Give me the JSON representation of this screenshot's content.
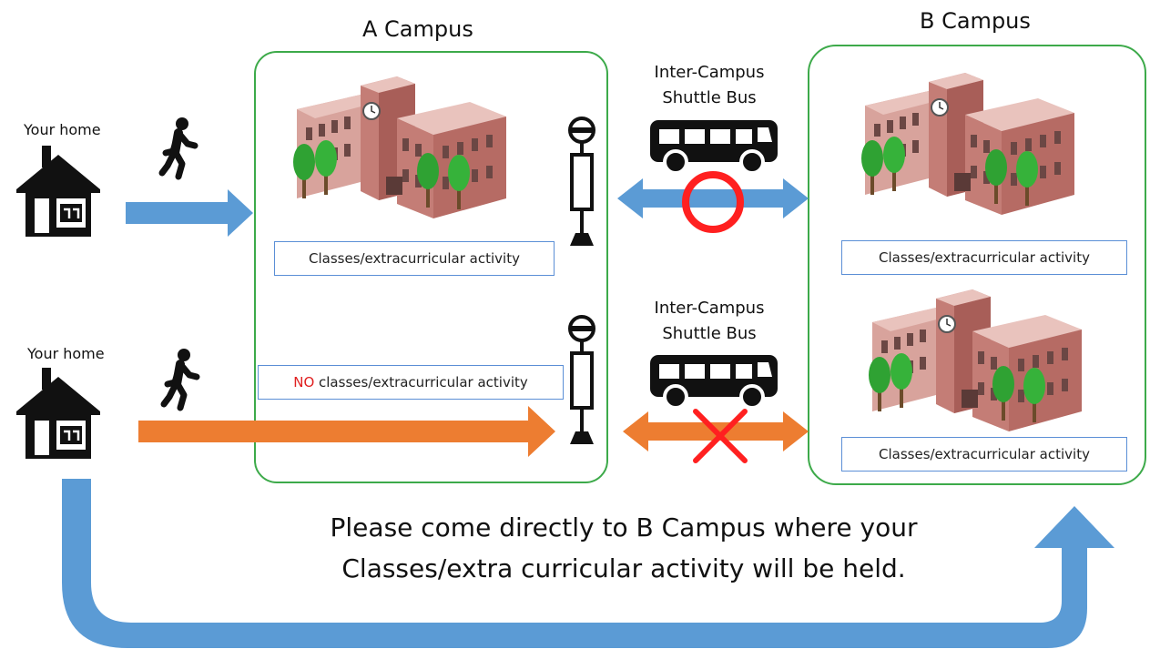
{
  "campus_a": {
    "title": "A Campus"
  },
  "campus_b": {
    "title": "B Campus"
  },
  "routes": [
    {
      "home_label": "Your home",
      "classes_label": "Classes/extracurricular activity",
      "bus_label_line1": "Inter-Campus",
      "bus_label_line2": "Shuttle Bus",
      "bus_status": "available",
      "b_classes_label": "Classes/extracurricular activity"
    },
    {
      "home_label": "Your home",
      "no_word": "NO",
      "classes_label": " classes/extracurricular activity",
      "bus_label_line1": "Inter-Campus",
      "bus_label_line2": "Shuttle Bus",
      "bus_status": "unavailable",
      "b_classes_label": "Classes/extracurricular activity"
    }
  ],
  "message": {
    "line1": "Please come directly to B Campus where your",
    "line2": "Classes/extra curricular activity will be held."
  },
  "colors": {
    "campus_border": "#3daa4a",
    "blue_arrow": "#5b9bd5",
    "orange_arrow": "#ed7d31",
    "circle_ok": "#ff2020",
    "cross_no": "#ff2020",
    "building": "#c88984",
    "tree": "#2e9a2e"
  },
  "icons": [
    "house-icon",
    "walking-person-icon",
    "bus-stop-icon",
    "bus-icon",
    "building-icon",
    "circle-icon",
    "cross-icon"
  ]
}
